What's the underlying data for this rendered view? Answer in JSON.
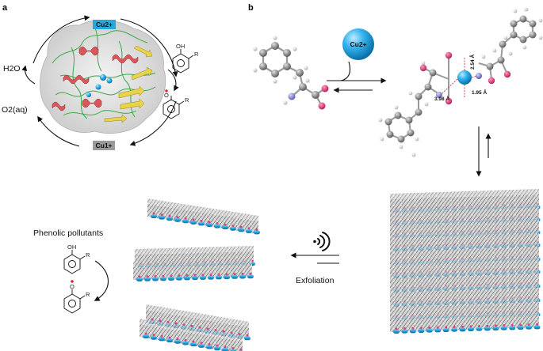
{
  "panels": {
    "a": "a",
    "b": "b"
  },
  "panel_a": {
    "cu2_label": "Cu2+",
    "cu1_label": "Cu1+",
    "water_label": "H2O",
    "oxygen_label": "O2(aq)",
    "phenol_oh": "OH",
    "phenol_r": "R",
    "radical_o": "O",
    "radical_r": "R"
  },
  "panel_b": {
    "cu_sphere_label": "Cu2+",
    "bond_a": "2.54 Å",
    "bond_b": "3.98 Å",
    "bond_c": "1.95 Å",
    "pollutants_label": "Phenolic pollutants",
    "phenol_oh": "OH",
    "phenol_r": "R",
    "radical_o": "O",
    "radical_r": "R",
    "exfoliation_label": "Exfoliation"
  },
  "colors": {
    "copper_blue": "#1ea0dc",
    "cu2_badge": "#2aa7df",
    "cu1_badge": "#9a9a9a",
    "oxygen_red": "#e0407a",
    "nitrogen": "#8a8ad8",
    "carbon_grey": "#808080",
    "helix_red": "#d9565a",
    "sheet_yellow": "#e8d44a",
    "loop_green": "#3aa845"
  },
  "icons": [
    "ultrasound-waves-icon",
    "reversible-arrow-icon"
  ]
}
